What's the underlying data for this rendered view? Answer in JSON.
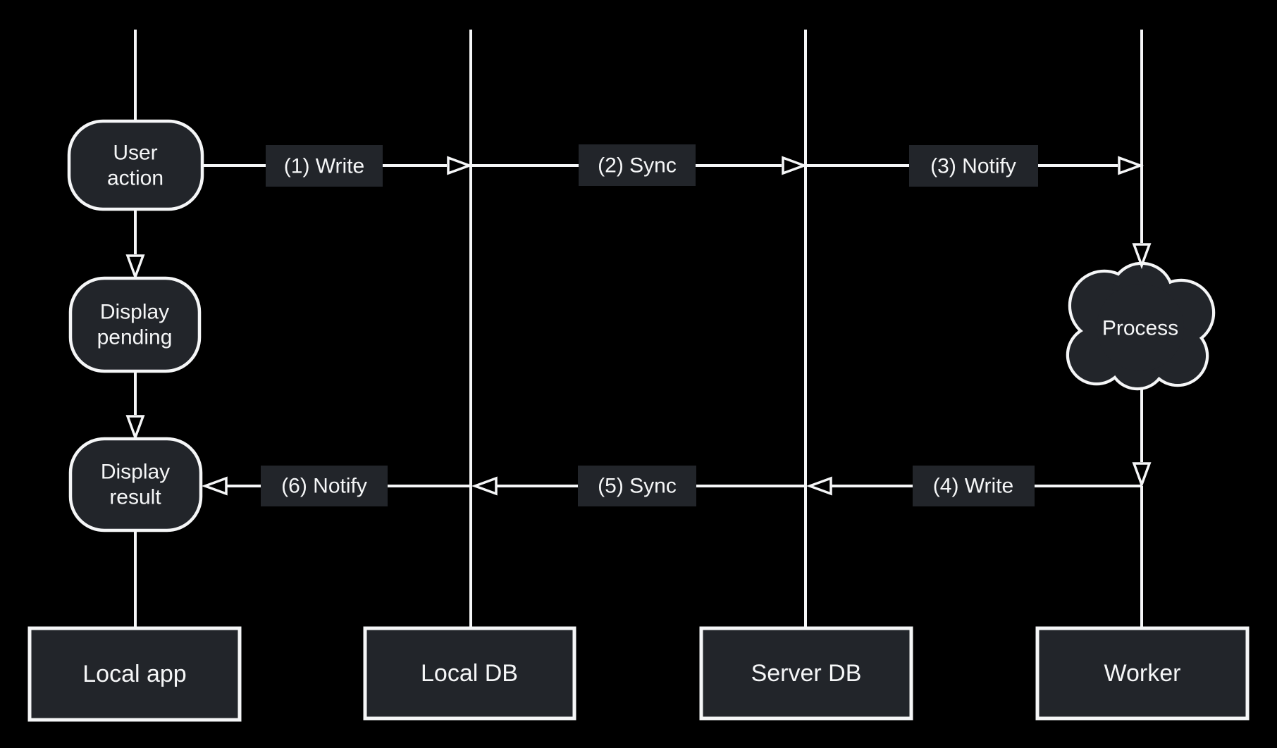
{
  "theme": {
    "background": "#000000",
    "node_fill": "#22252a",
    "stroke": "#f5f6f7",
    "text_color": "#f5f6f7"
  },
  "diagram": {
    "actors": [
      {
        "label": "Local app"
      },
      {
        "label": "Local DB"
      },
      {
        "label": "Server DB"
      },
      {
        "label": "Worker"
      }
    ],
    "nodes": {
      "user_action": {
        "line1": "User",
        "line2": "action"
      },
      "display_pending": {
        "line1": "Display",
        "line2": "pending"
      },
      "display_result": {
        "line1": "Display",
        "line2": "result"
      },
      "process": {
        "label": "Process"
      }
    },
    "edges": {
      "e1": {
        "label": "(1) Write",
        "from": "Local app",
        "to": "Local DB"
      },
      "e2": {
        "label": "(2) Sync",
        "from": "Local DB",
        "to": "Server DB"
      },
      "e3": {
        "label": "(3) Notify",
        "from": "Server DB",
        "to": "Worker"
      },
      "e4": {
        "label": "(4) Write",
        "from": "Worker",
        "to": "Server DB"
      },
      "e5": {
        "label": "(5) Sync",
        "from": "Server DB",
        "to": "Local DB"
      },
      "e6": {
        "label": "(6) Notify",
        "from": "Local DB",
        "to": "Local app"
      }
    }
  }
}
